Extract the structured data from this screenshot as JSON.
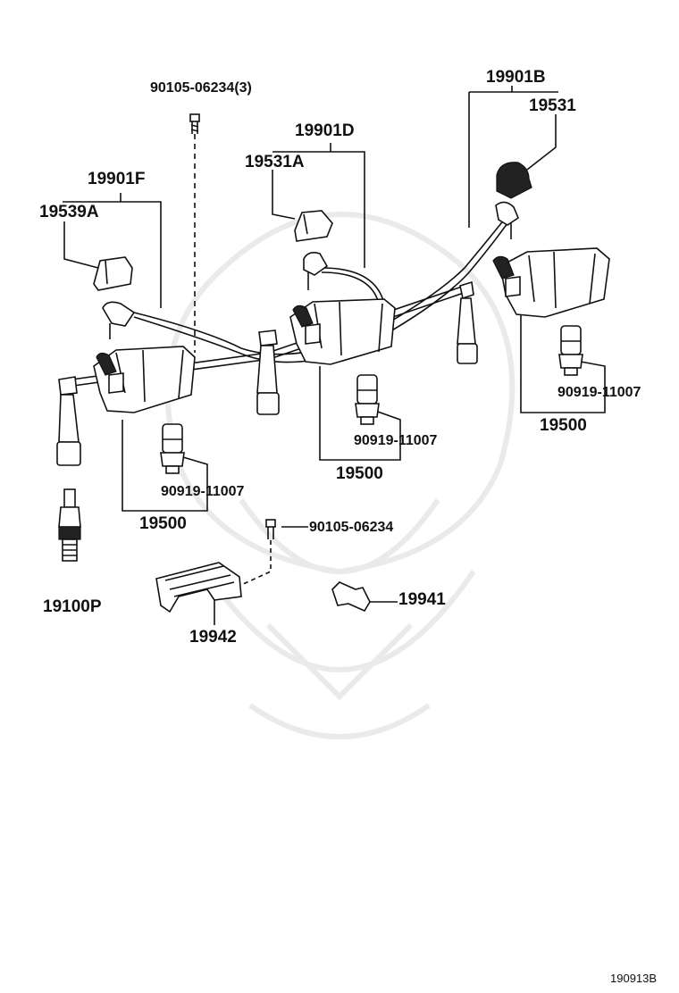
{
  "diagram": {
    "labels": {
      "bolt_top": "90105-06234(3)",
      "wire_b": "19901B",
      "cap_b": "19531",
      "wire_d": "19901D",
      "cap_d": "19531A",
      "wire_f": "19901F",
      "cap_f": "19539A",
      "sensor_right": "90919-11007",
      "coil_right": "19500",
      "sensor_mid": "90919-11007",
      "coil_mid": "19500",
      "sensor_left": "90919-11007",
      "coil_left": "19500",
      "bolt_bottom": "90105-06234",
      "spark_plug": "19100P",
      "clamp_right": "19941",
      "clamp_left": "19942"
    },
    "figure_ref": "190913B"
  }
}
